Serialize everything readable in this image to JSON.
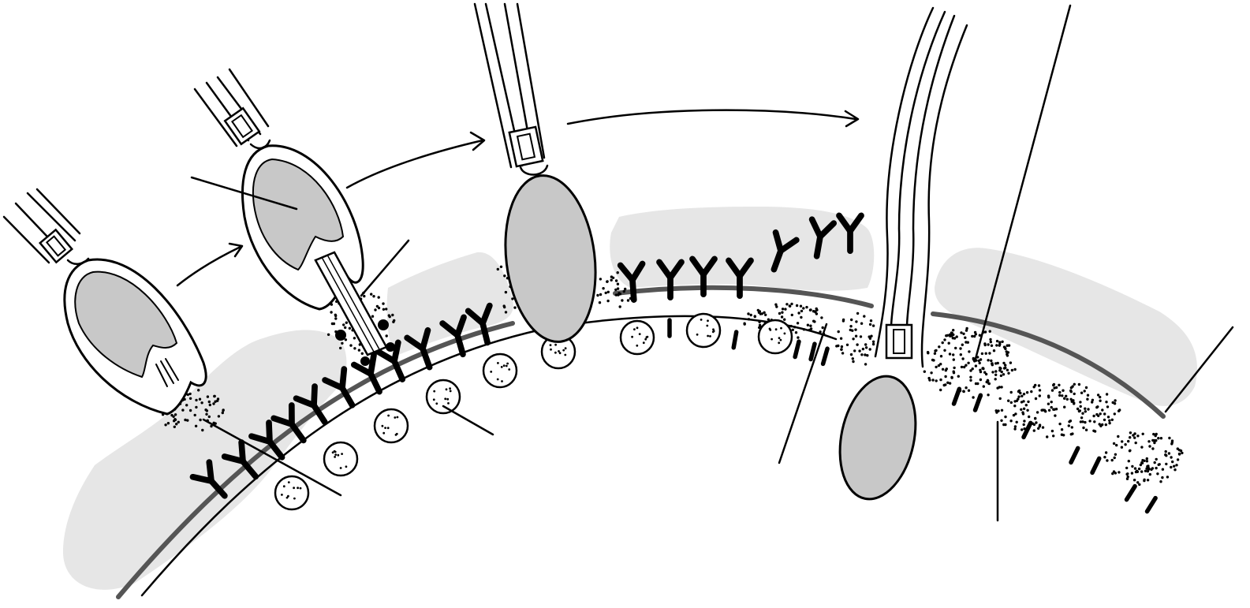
{
  "figure": {
    "title": "",
    "labels": [],
    "colors": {
      "background": "#ffffff",
      "ink": "#000000",
      "zona_shade": "#e6e6e6",
      "nucleus_fill": "#c8c8c8",
      "membrane_dark": "#555555"
    },
    "elements": [
      {
        "name": "sperm-approaching",
        "icon": "sperm-head-icon"
      },
      {
        "name": "sperm-acrosome-reacting",
        "icon": "sperm-head-icon"
      },
      {
        "name": "sperm-binding",
        "icon": "sperm-head-icon"
      },
      {
        "name": "sperm-fused",
        "icon": "sperm-head-icon"
      },
      {
        "name": "zona-pellucida-band",
        "icon": "gray-band"
      },
      {
        "name": "plasma-membrane",
        "icon": "curved-line"
      },
      {
        "name": "cortical-granules",
        "icon": "dotted-circle"
      },
      {
        "name": "zp-receptors",
        "icon": "y-receptor"
      },
      {
        "name": "progression-arrows",
        "icon": "arrow-icon"
      }
    ]
  }
}
